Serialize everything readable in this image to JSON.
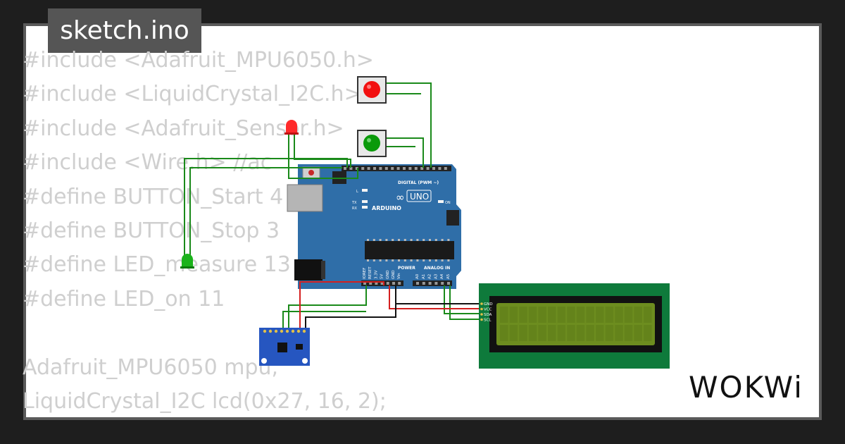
{
  "tab": {
    "title": "sketch.ino"
  },
  "code": {
    "lines": [
      "#include <Adafruit_MPU6050.h>",
      "#include <LiquidCrystal_I2C.h>",
      "#include <Adafruit_Sensor.h>",
      "#include <Wire.h> //ac",
      "#define BUTTON_Start 4",
      "#define BUTTON_Stop 3",
      "#define LED_measure 13",
      "#define LED_on 11",
      "",
      "Adafruit_MPU6050 mpu;",
      "LiquidCrystal_I2C lcd(0x27, 16, 2);"
    ]
  },
  "board": {
    "brand": "ARDUINO",
    "model": "UNO",
    "digital_label": "DIGITAL (PWM ~)",
    "power_label": "POWER",
    "analog_label": "ANALOG IN",
    "on_label": "ON",
    "tx_label": "TX",
    "rx_label": "RX",
    "l_label": "L",
    "power_pins": [
      "IOREF",
      "RESET",
      "3.3V",
      "5V",
      "GND",
      "GND",
      "Vin"
    ],
    "analog_pins": [
      "A0",
      "A1",
      "A2",
      "A3",
      "A4",
      "A5"
    ]
  },
  "lcd": {
    "pins": [
      "GND",
      "VCC",
      "SDA",
      "SCL"
    ]
  },
  "colors": {
    "board": "#2f6ea8",
    "wire_green": "#1a8a1a",
    "wire_red": "#d41f1f",
    "wire_black": "#111111",
    "lcd_pcb": "#0e7a3b",
    "lcd_screen": "#6d8d1f",
    "button_red": "#f21010",
    "button_green": "#0a9a0a",
    "mpu_board": "#2656c0"
  },
  "logo": {
    "text": "WOKWi"
  }
}
